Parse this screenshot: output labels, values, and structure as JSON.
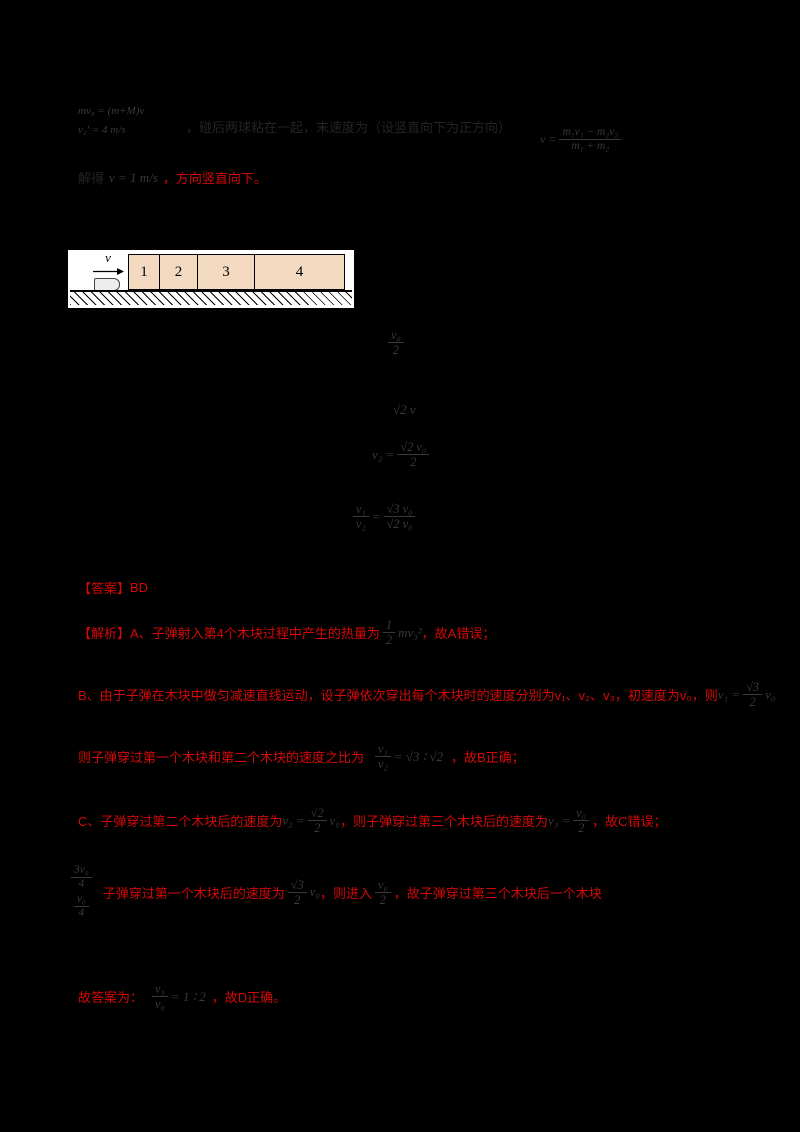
{
  "colors": {
    "red": "#d40808",
    "block_fill": "#f3d9c0",
    "page_bg": "#000000"
  },
  "top": {
    "sys_line1": "mv₀ = (m+M)v",
    "sys_line2": "v₂′ = 4 m/s",
    "line1_text": "，碰后两球粘在一起，末速度为（设竖直向下为正方向）",
    "formula_lead": "v =",
    "formula_num": "m₁v₁ − m₂v₂",
    "formula_den": "m₁ + m₂",
    "line2_lead": "解得",
    "line2_value": "v = 1 m/s",
    "line2_red": "，方向竖直向下。"
  },
  "figure": {
    "velocity_label": "v",
    "blocks": [
      "1",
      "2",
      "3",
      "4"
    ]
  },
  "mid": {
    "f1_num": "v₀",
    "f1_den": "2",
    "f2": "√2 v",
    "f3_lead": "v₂ =",
    "f3_num": "√2 v₀",
    "f3_den": "2",
    "f4_lnum": "v₁",
    "f4_lden": "v₂",
    "f4_mid": "=",
    "f4_rnum": "√3 v₀",
    "f4_rden": "√2 v₀"
  },
  "answer": {
    "label": "【答案】",
    "value": "BD"
  },
  "analysis": {
    "a_text": "【解析】A、子弹射入第4个木块过程中产生的热量为",
    "a_fnum": "1",
    "a_fden": "2",
    "a_ftail": "mv₃²",
    "a_tail": "，故A错误；",
    "b_text": "B、由于子弹在木块中做匀减速直线运动，设子弹依次穿出每个木块时的速度分别为v₁、v₂、v₃，初速度为v₀，则",
    "b_flead": "v₁ =",
    "b_fnum": "√3",
    "b_fden": "2",
    "b_ftail": "v₀",
    "b2_text": "则子弹穿过第一个木块和第二个木块的速度之比为",
    "b2_lnum": "v₁",
    "b2_lden": "v₂",
    "b2_eq": "= √3 ∶ √2",
    "b2_tail": "，故B正确；",
    "c_text": "C、子弹穿过第二个木块后的速度为",
    "c1_lead": "v₂ =",
    "c1_num": "√2",
    "c1_den": "2",
    "c1_tail": "v₀",
    "c_mid": "，则子弹穿过第三个木块后的速度为",
    "c2_lead": "v₃ =",
    "c2_num": "v₀",
    "c2_den": "2",
    "c_tail": "，故C错误；",
    "d_s1num": "3v₀",
    "d_s1den": "4",
    "d_s2num": "v₀",
    "d_s2den": "4",
    "d_text1": "子弹穿过第一个木块后的速度为",
    "d1_num": "√3",
    "d1_den": "2",
    "d1_tail": "v₀",
    "d_text2": "，则进入",
    "d2_num": "v₀",
    "d2_den": "2",
    "d_text3": "，故子弹穿过第三个木块后一个木块",
    "f_label": "故答案为：",
    "f_num": "v₃",
    "f_den": "v₀",
    "f_eq": "= 1 ∶ 2",
    "f_tail": "，故D正确。"
  }
}
